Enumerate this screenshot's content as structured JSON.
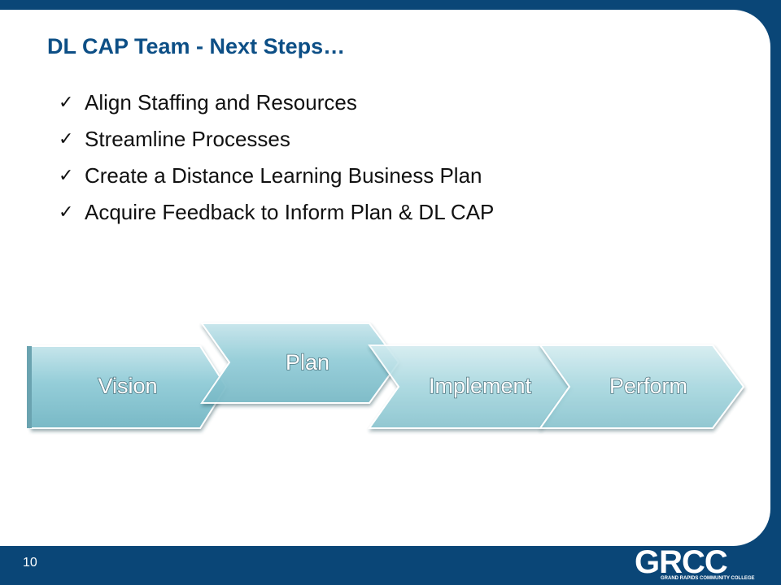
{
  "slide": {
    "title": "DL CAP Team - Next Steps…",
    "bullets": [
      "Align Staffing and Resources",
      "Streamline Processes",
      "Create a Distance Learning Business Plan",
      "Acquire Feedback to Inform Plan & DL CAP"
    ],
    "process_steps": [
      "Vision",
      "Plan",
      "Implement",
      "Perform"
    ],
    "page_number": "10"
  },
  "branding": {
    "logo_text": "GRCC",
    "logo_subtitle": "GRAND RAPIDS COMMUNITY COLLEGE",
    "frame_color": "#0a4677",
    "title_color": "#0d4f86",
    "chevron_color": "#8ec7d2"
  },
  "icons": {
    "bullet": "checkmark-icon"
  }
}
